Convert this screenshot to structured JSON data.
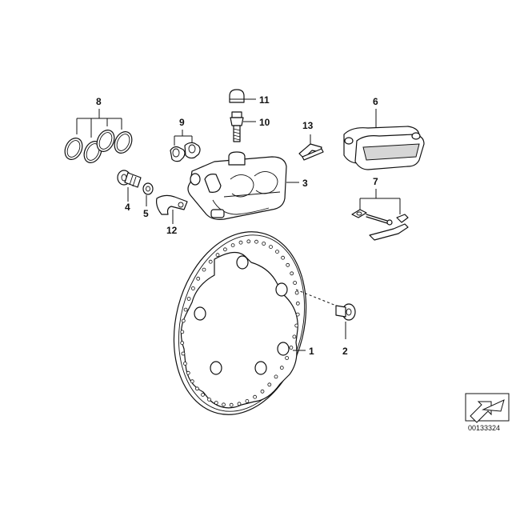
{
  "diagram": {
    "callouts": {
      "c1": "1",
      "c2": "2",
      "c3": "3",
      "c4": "4",
      "c5": "5",
      "c6": "6",
      "c7": "7",
      "c8": "8",
      "c9": "9",
      "c10": "10",
      "c11": "11",
      "c12": "12",
      "c13": "13"
    },
    "diagram_code": "00133324",
    "icons": {
      "orientation": "direction-arrow-icon"
    }
  }
}
